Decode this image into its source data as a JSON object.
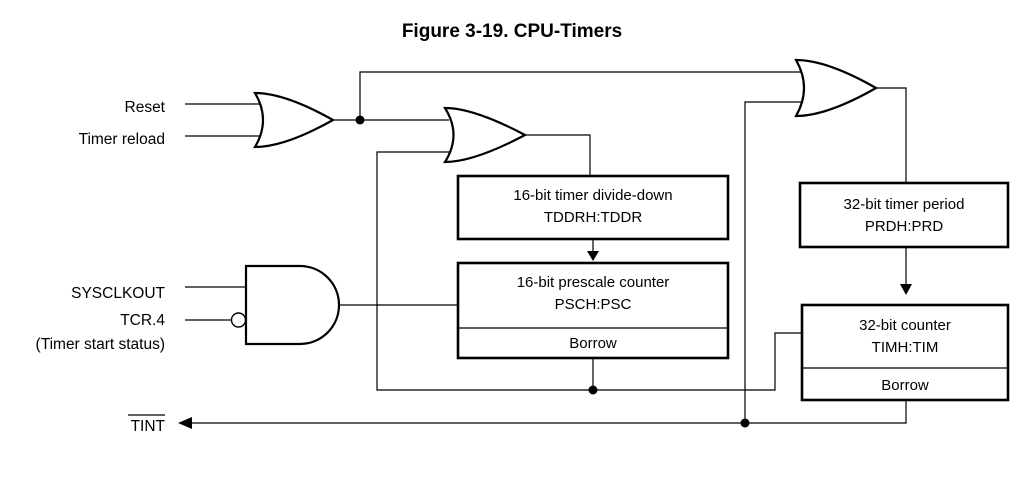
{
  "figure_title": "Figure 3-19. CPU-Timers",
  "inputs": {
    "reset": "Reset",
    "timer_reload": "Timer reload",
    "sysclkout": "SYSCLKOUT",
    "tcr4": "TCR.4",
    "timer_start_status": "(Timer start status)",
    "tint": "TINT"
  },
  "blocks": {
    "divide_down": {
      "line1": "16-bit timer divide-down",
      "line2": "TDDRH:TDDR"
    },
    "prescale": {
      "line1": "16-bit prescale counter",
      "line2": "PSCH:PSC",
      "borrow": "Borrow"
    },
    "period": {
      "line1": "32-bit timer period",
      "line2": "PRDH:PRD"
    },
    "counter": {
      "line1": "32-bit counter",
      "line2": "TIMH:TIM",
      "borrow": "Borrow"
    }
  }
}
